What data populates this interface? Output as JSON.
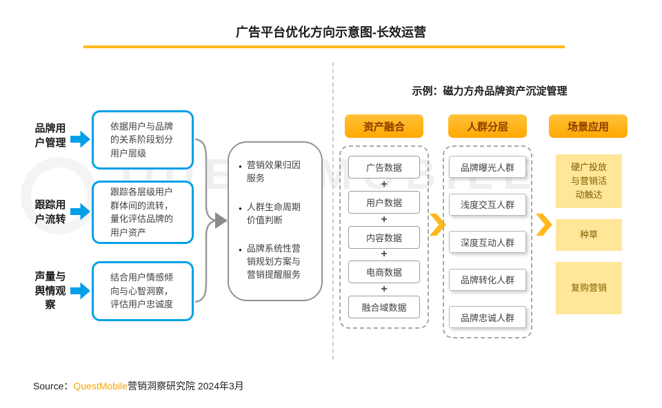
{
  "title": "广告平台优化方向示意图-长效运营",
  "watermark": {
    "text": "QUESTMOBILE"
  },
  "colors": {
    "accent_blue": "#00A0E9",
    "accent_gold": "#FFB81C",
    "pill_gradient_top": "#FFC23A",
    "pill_gradient_bottom": "#FFA800",
    "light_gold_box": "#FFE699",
    "brand_orange": "#F7A600"
  },
  "left": {
    "rows": [
      {
        "label": "品牌用\n户管理",
        "box": "依据用户与品牌\n的关系阶段划分\n用户层级"
      },
      {
        "label": "跟踪用\n户流转",
        "box": "跟踪各层级用户\n群体间的流转，\n量化评估品牌的\n用户资产"
      },
      {
        "label": "声量与\n舆情观\n察",
        "box": "结合用户情感倾\n向与心智洞察，\n评估用户忠诚度"
      }
    ],
    "summary": {
      "bullets": [
        "营销效果归因\n服务",
        "人群生命周期\n价值判断",
        "品牌系统性营\n销规划方案与\n营销提醒服务"
      ]
    }
  },
  "right": {
    "header": "示例：磁力方舟品牌资产沉淀管理",
    "plus_sign": "+",
    "columns": [
      {
        "pill": "资产融合",
        "items": [
          "广告数据",
          "用户数据",
          "内容数据",
          "电商数据",
          "融合域数据"
        ]
      },
      {
        "pill": "人群分层",
        "items": [
          "品牌曝光人群",
          "浅度交互人群",
          "深度互动人群",
          "品牌转化人群",
          "品牌忠诚人群"
        ]
      },
      {
        "pill": "场景应用",
        "items": [
          "硬广投放\n与营销活\n动触达",
          "种草",
          "复购营销"
        ]
      }
    ]
  },
  "source": {
    "prefix": "Source：",
    "brand": "QuestMobile",
    "suffix": "营销洞察研究院 2024年3月"
  }
}
